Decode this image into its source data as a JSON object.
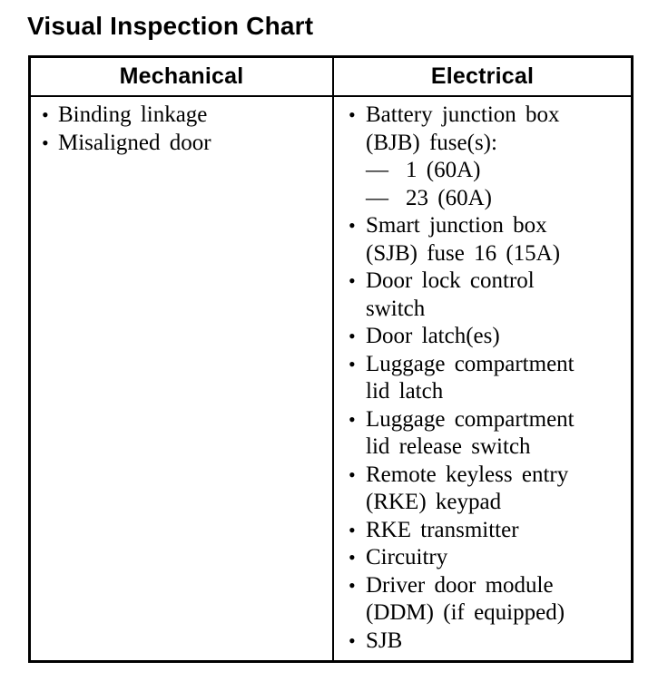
{
  "title": "Visual Inspection Chart",
  "colors": {
    "text": "#000000",
    "border": "#000000",
    "background": "#ffffff"
  },
  "markers": {
    "bullet": "•",
    "dash": "—"
  },
  "table": {
    "columns": [
      {
        "header": "Mechanical",
        "items": [
          {
            "lines": [
              "Binding linkage"
            ]
          },
          {
            "lines": [
              "Misaligned door"
            ]
          }
        ]
      },
      {
        "header": "Electrical",
        "items": [
          {
            "lines": [
              "Battery junction box",
              "(BJB) fuse(s):"
            ],
            "sub_lines": [
              "1 (60A)",
              "23 (60A)"
            ]
          },
          {
            "lines": [
              "Smart junction box",
              "(SJB) fuse 16 (15A)"
            ]
          },
          {
            "lines": [
              "Door lock control",
              "switch"
            ]
          },
          {
            "lines": [
              "Door latch(es)"
            ]
          },
          {
            "lines": [
              "Luggage compartment",
              "lid latch"
            ]
          },
          {
            "lines": [
              "Luggage compartment",
              "lid release switch"
            ]
          },
          {
            "lines": [
              "Remote keyless entry",
              "(RKE) keypad"
            ]
          },
          {
            "lines": [
              "RKE transmitter"
            ]
          },
          {
            "lines": [
              "Circuitry"
            ]
          },
          {
            "lines": [
              "Driver door module",
              "(DDM) (if equipped)"
            ]
          },
          {
            "lines": [
              "SJB"
            ]
          }
        ]
      }
    ]
  }
}
